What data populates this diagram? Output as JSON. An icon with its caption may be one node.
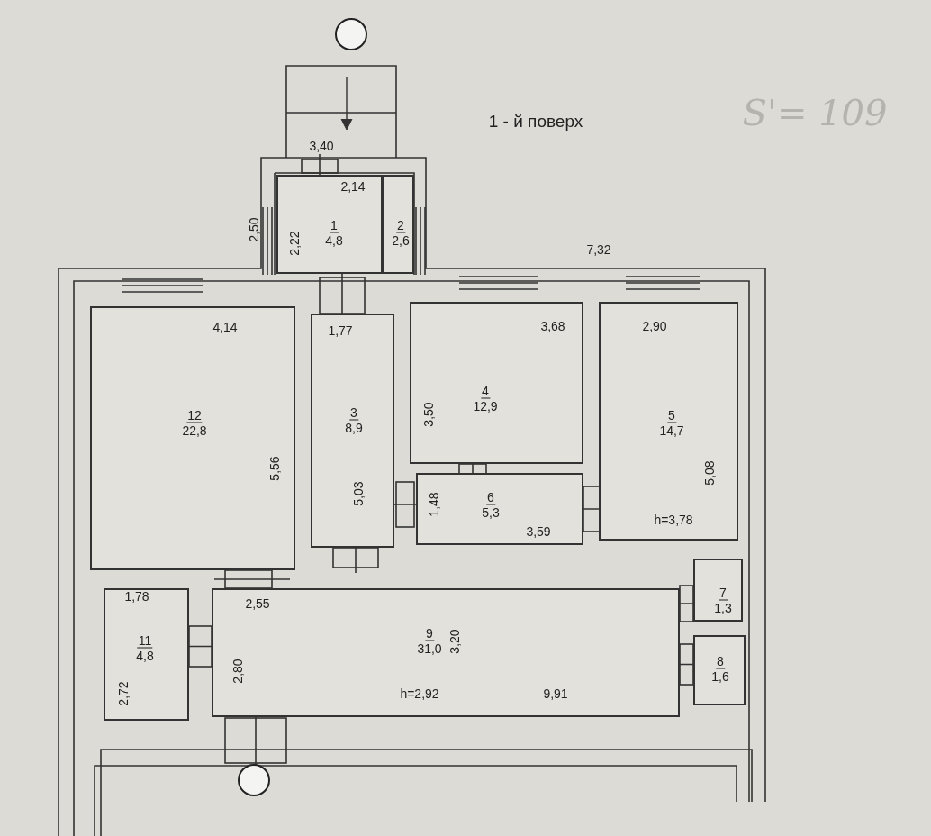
{
  "diagram": {
    "nodes": [
      {
        "text": [
          "1",
          "4,8"
        ]
      },
      {
        "text": [
          "2",
          "2,6"
        ]
      },
      {
        "text": [
          "12",
          "22,8"
        ]
      },
      {
        "text": [
          "3",
          "8,9"
        ]
      },
      {
        "text": [
          "4",
          "12,9"
        ]
      },
      {
        "text": [
          "5",
          "14,7"
        ]
      },
      {
        "text": [
          "6",
          "5,3"
        ]
      },
      {
        "text": [
          "11",
          "4,8"
        ]
      },
      {
        "text": [
          "9",
          "31,0"
        ]
      },
      {
        "text": [
          "7",
          "1,3"
        ]
      },
      {
        "text": [
          "8",
          "1,6"
        ]
      }
    ],
    "edges": [],
    "labels": [
      "S'= 109",
      "1 - й поверх",
      "3,40",
      "2,14",
      "2,50",
      "2,22",
      "7,32",
      "4,14",
      "1,77",
      "3,68",
      "2,90",
      "3,50",
      "5,56",
      "5,08",
      "5,03",
      "1,48",
      "h=3,78",
      "3,59",
      "1,78",
      "2,55",
      "3,20",
      "2,80",
      "2,72",
      "h=2,92",
      "9,91"
    ]
  }
}
